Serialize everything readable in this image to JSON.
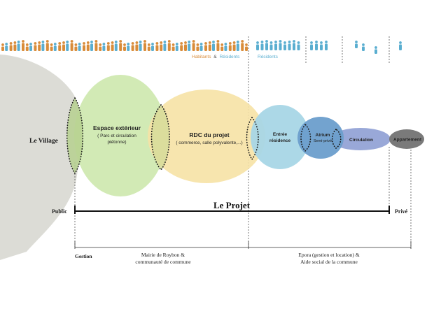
{
  "legend": {
    "habitants": "Habitants",
    "amp": "&",
    "residents": "Résidents",
    "residents_only": "Résidents",
    "colors": {
      "habitants": "#d98c3a",
      "residents": "#5aaed0"
    }
  },
  "village": {
    "label": "Le Village",
    "color": "#dcdcd6"
  },
  "bubbles": {
    "espace_title": "Espace extérieur",
    "espace_sub1": "( Parc et circulation",
    "espace_sub2": "piétonne)",
    "rdc_title": "RDC du projet",
    "rdc_sub": "( commerce, salle polyvalente,...)",
    "entree_l1": "Entrée",
    "entree_l2": "résidence",
    "atrium_l1": "Atrium",
    "atrium_l2": "Semi-privé",
    "circulation": "Circulation",
    "appartement": "Appartement",
    "colors": {
      "espace": "#cde8ad",
      "rdc": "#f6e2a5",
      "entree": "#a8d6e6",
      "atrium": "#6b9ecc",
      "circulation": "#93a3d6",
      "appartement": "#7a7a7a"
    }
  },
  "scale": {
    "public": "Public",
    "prive": "Privé",
    "projet": "Le Projet"
  },
  "gestion": {
    "label": "Gestion",
    "left_l1": "Mairie de Roybon &",
    "left_l2": "communauté de commune",
    "right_l1": "Epora (gestion et location) &",
    "right_l2": "Aide social de la commune"
  }
}
